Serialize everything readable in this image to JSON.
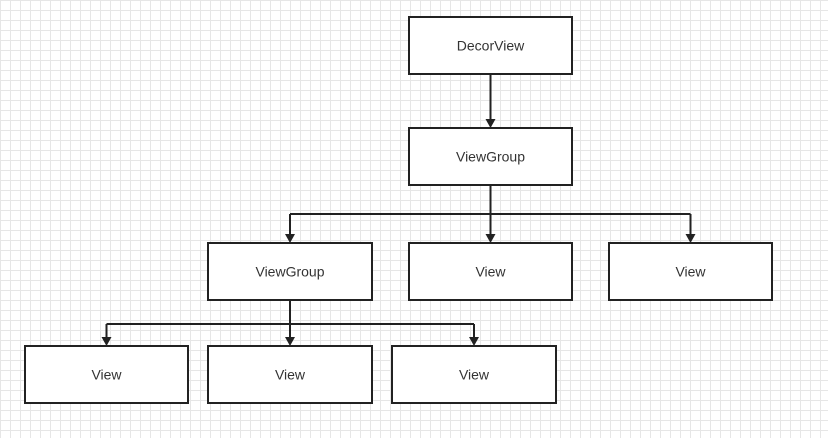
{
  "diagram": {
    "nodes": [
      {
        "id": "decorview",
        "label": "DecorView"
      },
      {
        "id": "viewgroup-root",
        "label": "ViewGroup"
      },
      {
        "id": "viewgroup-child",
        "label": "ViewGroup"
      },
      {
        "id": "view-1",
        "label": "View"
      },
      {
        "id": "view-2",
        "label": "View"
      },
      {
        "id": "view-3",
        "label": "View"
      },
      {
        "id": "view-4",
        "label": "View"
      },
      {
        "id": "view-5",
        "label": "View"
      }
    ],
    "edges": [
      {
        "from": "decorview",
        "to": "viewgroup-root"
      },
      {
        "from": "viewgroup-root",
        "to": "viewgroup-child"
      },
      {
        "from": "viewgroup-root",
        "to": "view-1"
      },
      {
        "from": "viewgroup-root",
        "to": "view-2"
      },
      {
        "from": "viewgroup-child",
        "to": "view-3"
      },
      {
        "from": "viewgroup-child",
        "to": "view-4"
      },
      {
        "from": "viewgroup-child",
        "to": "view-5"
      }
    ]
  }
}
